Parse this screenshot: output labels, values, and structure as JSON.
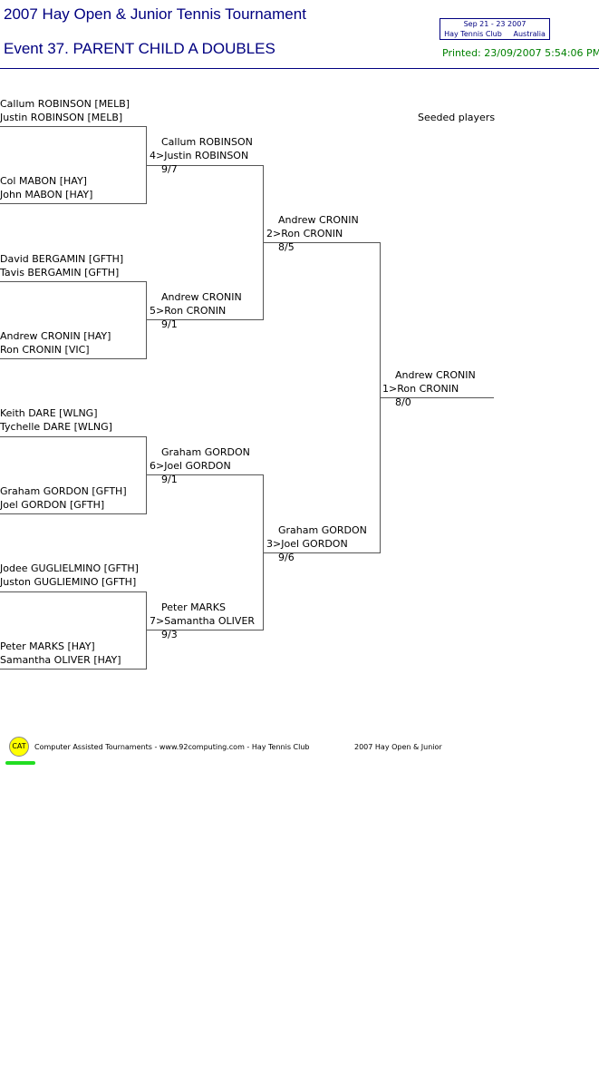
{
  "header": {
    "tournament_title": "2007 Hay Open & Junior Tennis Tournament",
    "event_title": "Event 37. PARENT CHILD A DOUBLES",
    "venue_dates": "Sep 21 - 23 2007",
    "venue_place": "Hay Tennis Club     Australia",
    "printed": "Printed: 23/09/2007 5:54:06 PM"
  },
  "legend": {
    "seeded_label": "Seeded players"
  },
  "round1": [
    {
      "p1": "Callum ROBINSON [MELB]",
      "p2": "Justin ROBINSON [MELB]"
    },
    {
      "p1": "Col MABON [HAY]",
      "p2": "John MABON [HAY]"
    },
    {
      "p1": "David BERGAMIN [GFTH]",
      "p2": "Tavis BERGAMIN [GFTH]"
    },
    {
      "p1": "Andrew CRONIN [HAY]",
      "p2": "Ron CRONIN [VIC]"
    },
    {
      "p1": "Keith DARE [WLNG]",
      "p2": "Tychelle DARE [WLNG]"
    },
    {
      "p1": "Graham GORDON [GFTH]",
      "p2": "Joel GORDON [GFTH]"
    },
    {
      "p1": "Jodee GUGLIELMINO [GFTH]",
      "p2": "Juston GUGLIEMINO [GFTH]"
    },
    {
      "p1": "Peter MARKS [HAY]",
      "p2": "Samantha OLIVER [HAY]"
    }
  ],
  "round2": [
    {
      "p1": "Callum ROBINSON",
      "p2": "4>Justin ROBINSON",
      "score": "9/7"
    },
    {
      "p1": "Andrew CRONIN",
      "p2": "5>Ron CRONIN",
      "score": "9/1"
    },
    {
      "p1": "Graham GORDON",
      "p2": "6>Joel GORDON",
      "score": "9/1"
    },
    {
      "p1": "Peter MARKS",
      "p2": "7>Samantha OLIVER",
      "score": "9/3"
    }
  ],
  "round3": [
    {
      "p1": "Andrew CRONIN",
      "p2": "2>Ron CRONIN",
      "score": "8/5"
    },
    {
      "p1": "Graham GORDON",
      "p2": "3>Joel GORDON",
      "score": "9/6"
    }
  ],
  "final": {
    "p1": "Andrew CRONIN",
    "p2": "1>Ron CRONIN",
    "score": "8/0"
  },
  "footer": {
    "logo_text": "CAT",
    "credit": "Computer Assisted Tournaments - www.92computing.com -  Hay Tennis Club",
    "event_name": "2007 Hay Open & Junior"
  }
}
